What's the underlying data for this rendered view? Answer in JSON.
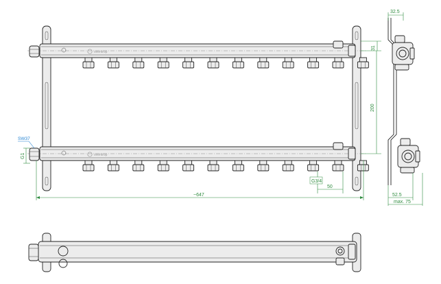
{
  "brand_label": "oventrop",
  "dimensions": {
    "overall_length": "~647",
    "outlet_spacing": "50",
    "outlet_thread": "G3/4",
    "inlet_thread": "G1",
    "wrench_size": "SW37",
    "bar_spacing": "200",
    "top_offset": "31",
    "side_depth_top": "32.5",
    "side_depth": "52.5",
    "side_max": "max. 75"
  },
  "outlets_per_bar": 12,
  "colors": {
    "dimension": "#2e8b3e",
    "callout": "#1e7fd0",
    "outline": "#222222"
  }
}
